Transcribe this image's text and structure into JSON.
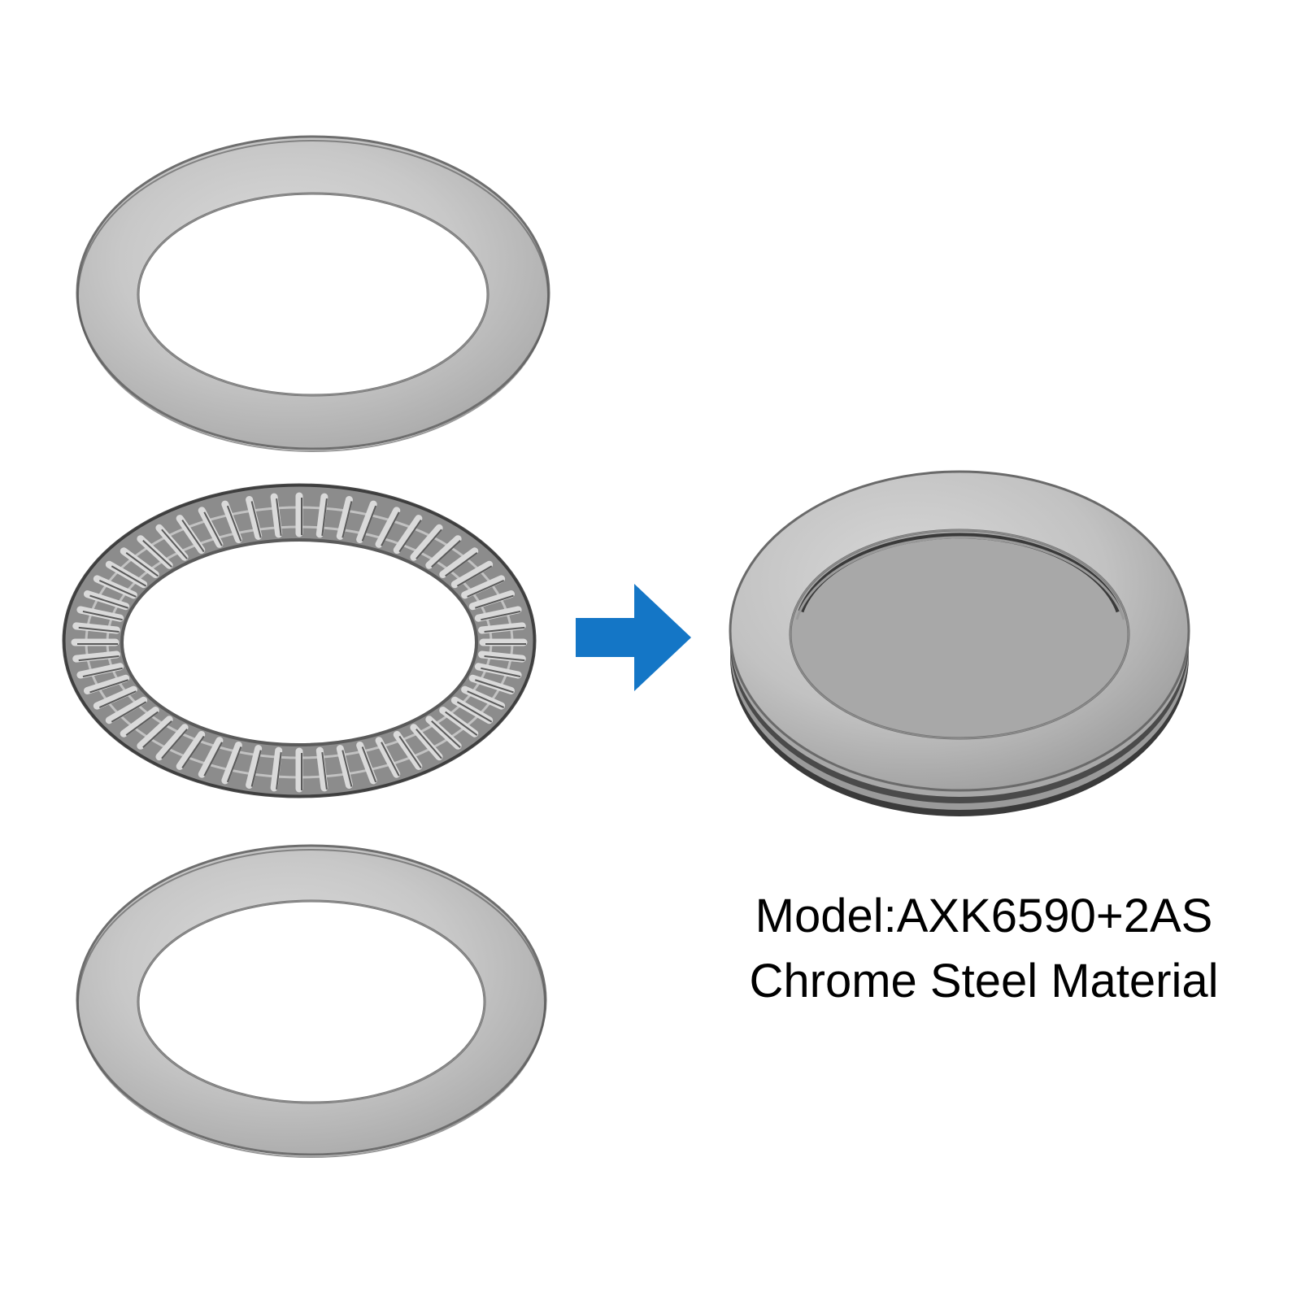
{
  "caption": {
    "model": "Model:AXK6590+2AS",
    "material": "Chrome Steel Material"
  },
  "colors": {
    "background": "#ffffff",
    "steel_light": "#d2d2d2",
    "steel_mid": "#b4b4b4",
    "steel_dark": "#5e5e5e",
    "arrow": "#1476c6",
    "text": "#000000"
  },
  "icons": {
    "arrow": "right-arrow-icon"
  },
  "exploded_view": {
    "parts": [
      "top-washer",
      "needle-roller-cage",
      "bottom-washer"
    ],
    "roller_count": 56
  }
}
